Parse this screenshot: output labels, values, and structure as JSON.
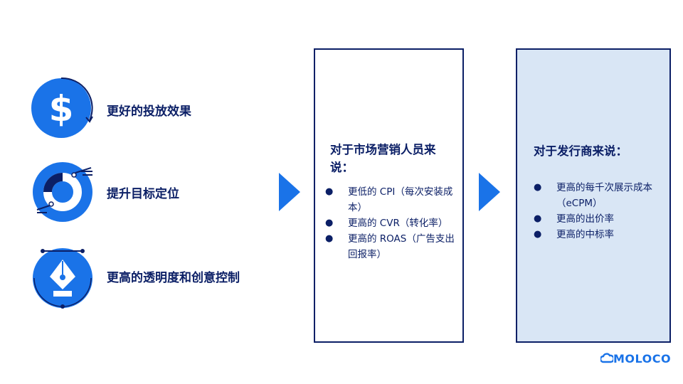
{
  "features": [
    {
      "label": "更好的投放效果",
      "icon": "dollar-icon"
    },
    {
      "label": "提升目标定位",
      "icon": "target-donut-icon"
    },
    {
      "label": "更高的透明度和创意控制",
      "icon": "pen-nib-icon"
    }
  ],
  "panels": {
    "marketers": {
      "title": "对于市场营销人员来说：",
      "bullets": [
        "更低的 CPI（每次安装成本）",
        "更高的 CVR（转化率）",
        "更高的 ROAS（广告支出回报率）"
      ]
    },
    "publishers": {
      "title": "对于发行商来说：",
      "bullets": [
        "更高的每千次展示成本（eCPM）",
        "更高的出价率",
        "更高的中标率"
      ]
    }
  },
  "logo": {
    "text": "MOLOCO"
  },
  "colors": {
    "accent": "#1a73e8",
    "navy": "#0b1f66",
    "panel_fill": "#d9e6f5"
  }
}
